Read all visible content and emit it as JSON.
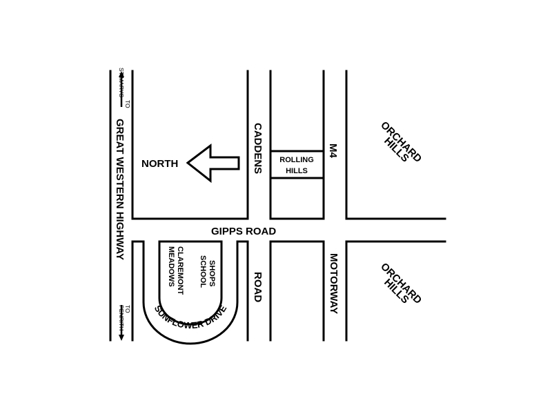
{
  "roads": {
    "great_western_highway": "GREAT WESTERN HIGHWAY",
    "caddens": "CADDENS",
    "road": "ROAD",
    "gipps_road": "GIPPS ROAD",
    "m4": "M4",
    "motorway": "MOTORWAY",
    "sunflower_drive": "SUNFLOWER DRIVE"
  },
  "directions": {
    "to_st_marys": [
      "TO",
      "ST MARYS"
    ],
    "to_penrith": [
      "TO",
      "PENRITH"
    ],
    "north": "NORTH"
  },
  "places": {
    "rolling_hills": [
      "ROLLING",
      "HILLS"
    ],
    "orchard_hills_top": [
      "ORCHARD",
      "HILLS"
    ],
    "orchard_hills_bottom": [
      "ORCHARD",
      "HILLS"
    ],
    "claremont_meadows": [
      "CLAREMONT",
      "MEADOWS"
    ],
    "shops_school": [
      "SHOPS",
      "SCHOOL"
    ]
  }
}
